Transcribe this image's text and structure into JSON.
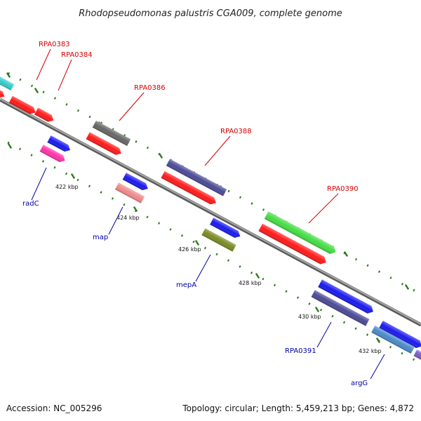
{
  "title": "Rhodopseudomonas palustris CGA009, complete genome",
  "footer": {
    "accession": "Accession: NC_005296",
    "summary": "Topology: circular; Length: 5,459,213 bp; Genes: 4,872"
  },
  "colors": {
    "label_red": "#d40000",
    "label_blue": "#0000aa",
    "backbone": "#8a8a8a",
    "tick": "#2a7a1a"
  },
  "scale_ticks": [
    "422 kbp",
    "424 kbp",
    "426 kbp",
    "428 kbp",
    "430 kbp",
    "432 kbp"
  ],
  "gene_labels": [
    {
      "text": "RPA0383",
      "color": "red"
    },
    {
      "text": "RPA0384",
      "color": "red"
    },
    {
      "text": "RPA0386",
      "color": "red"
    },
    {
      "text": "RPA0388",
      "color": "red"
    },
    {
      "text": "RPA0390",
      "color": "red"
    },
    {
      "text": "radC",
      "color": "blue"
    },
    {
      "text": "map",
      "color": "blue"
    },
    {
      "text": "mepA",
      "color": "blue"
    },
    {
      "text": "RPA0391",
      "color": "blue"
    },
    {
      "text": "argG",
      "color": "blue"
    }
  ],
  "feature_colors": {
    "cyan": "#33cccc",
    "red": "#ff1a1a",
    "gray": "#666666",
    "slate": "#4b4a96",
    "green": "#44dd44",
    "blue": "#1a1aee",
    "pink": "#ff33aa",
    "salmon": "#f08a8a",
    "olive": "#7a8a22",
    "steel": "#4a8ac8",
    "violet": "#7a5ac8"
  }
}
